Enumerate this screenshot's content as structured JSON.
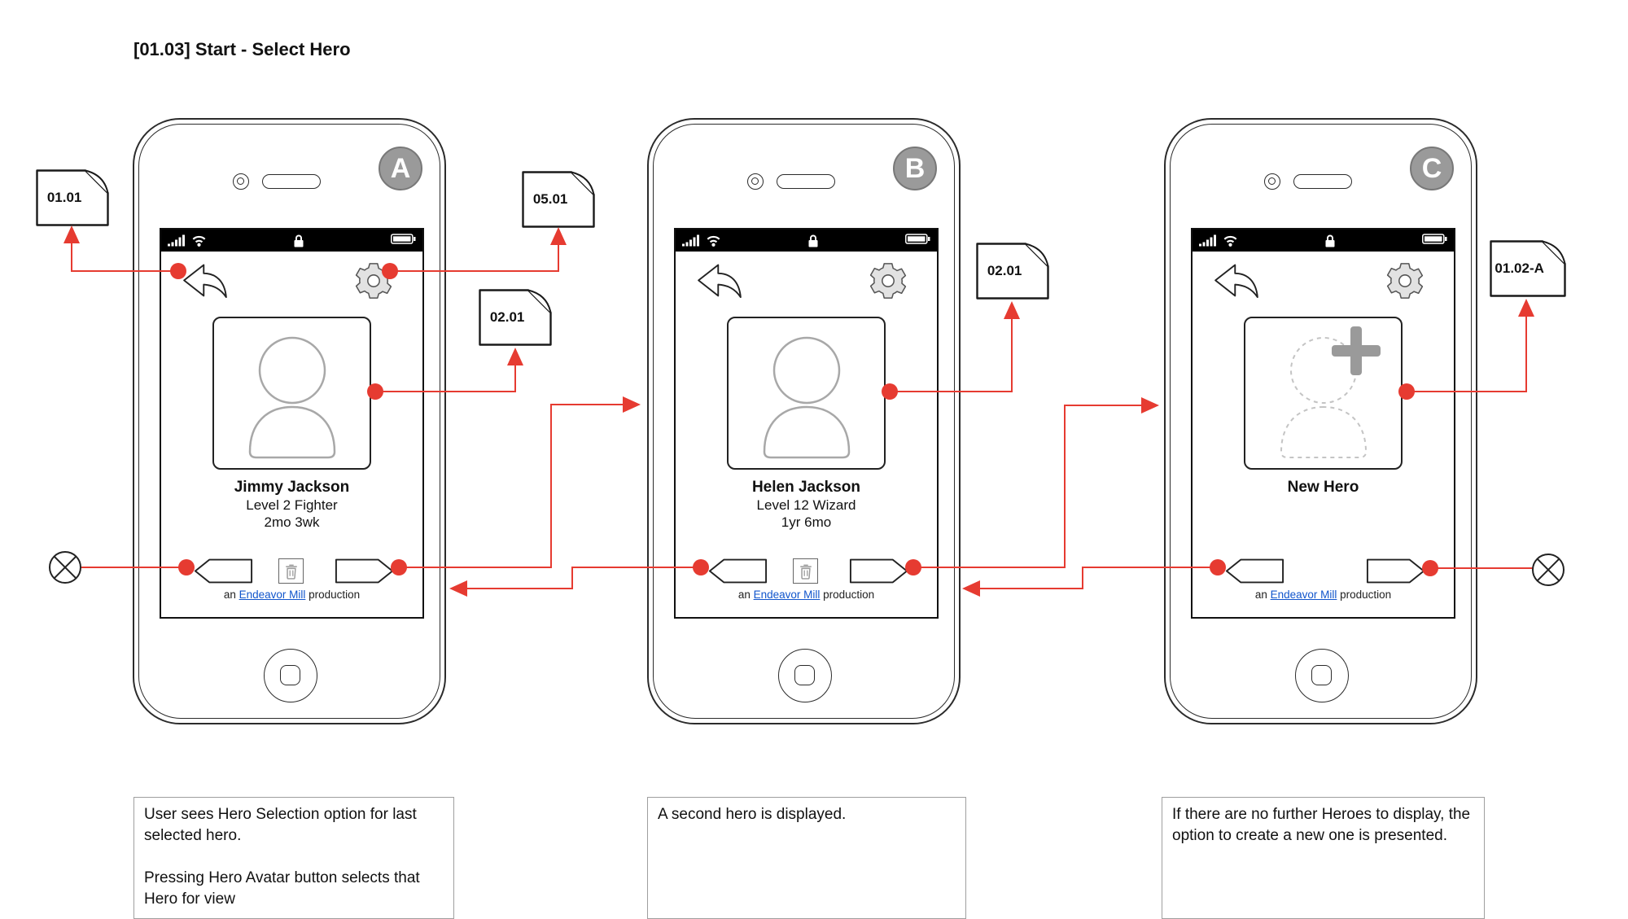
{
  "title": "[01.03] Start - Select Hero",
  "colors": {
    "connector_red": "#e63b31",
    "badge_gray": "#9a9a9a",
    "link_blue": "#1155cc",
    "silhouette_gray": "#a8a8a8",
    "gear_gray": "#e2e2e2"
  },
  "icons": {
    "back": "back-arrow-icon",
    "settings": "gear-icon",
    "delete": "trash-icon",
    "add": "plus-icon",
    "home": "home-button",
    "status": [
      "signal-bars-icon",
      "wifi-icon",
      "lock-icon",
      "battery-icon"
    ],
    "terminator": "circled-x"
  },
  "phones": [
    {
      "badge": "A",
      "hero": {
        "name": "Jimmy Jackson",
        "line2": "Level 2 Fighter",
        "line3": "2mo 3wk"
      },
      "production": {
        "prefix": "an ",
        "link_text": "Endeavor Mill",
        "suffix": " production"
      },
      "note": "User sees Hero Selection option for last selected hero.\n\nPressing Hero Avatar button selects that Hero for view"
    },
    {
      "badge": "B",
      "hero": {
        "name": "Helen Jackson",
        "line2": "Level 12 Wizard",
        "line3": "1yr 6mo"
      },
      "production": {
        "prefix": "an ",
        "link_text": "Endeavor Mill",
        "suffix": " production"
      },
      "note": "A second hero is displayed."
    },
    {
      "badge": "C",
      "hero": {
        "name": "New Hero",
        "line2": "",
        "line3": ""
      },
      "production": {
        "prefix": "an ",
        "link_text": "Endeavor Mill",
        "suffix": " production"
      },
      "note": "If there are no further Heroes to display, the option to create a new one is presented."
    }
  ],
  "documents": [
    {
      "label": "01.01"
    },
    {
      "label": "05.01"
    },
    {
      "label": "02.01"
    },
    {
      "label": "02.01"
    },
    {
      "label": "01.02-A"
    }
  ]
}
